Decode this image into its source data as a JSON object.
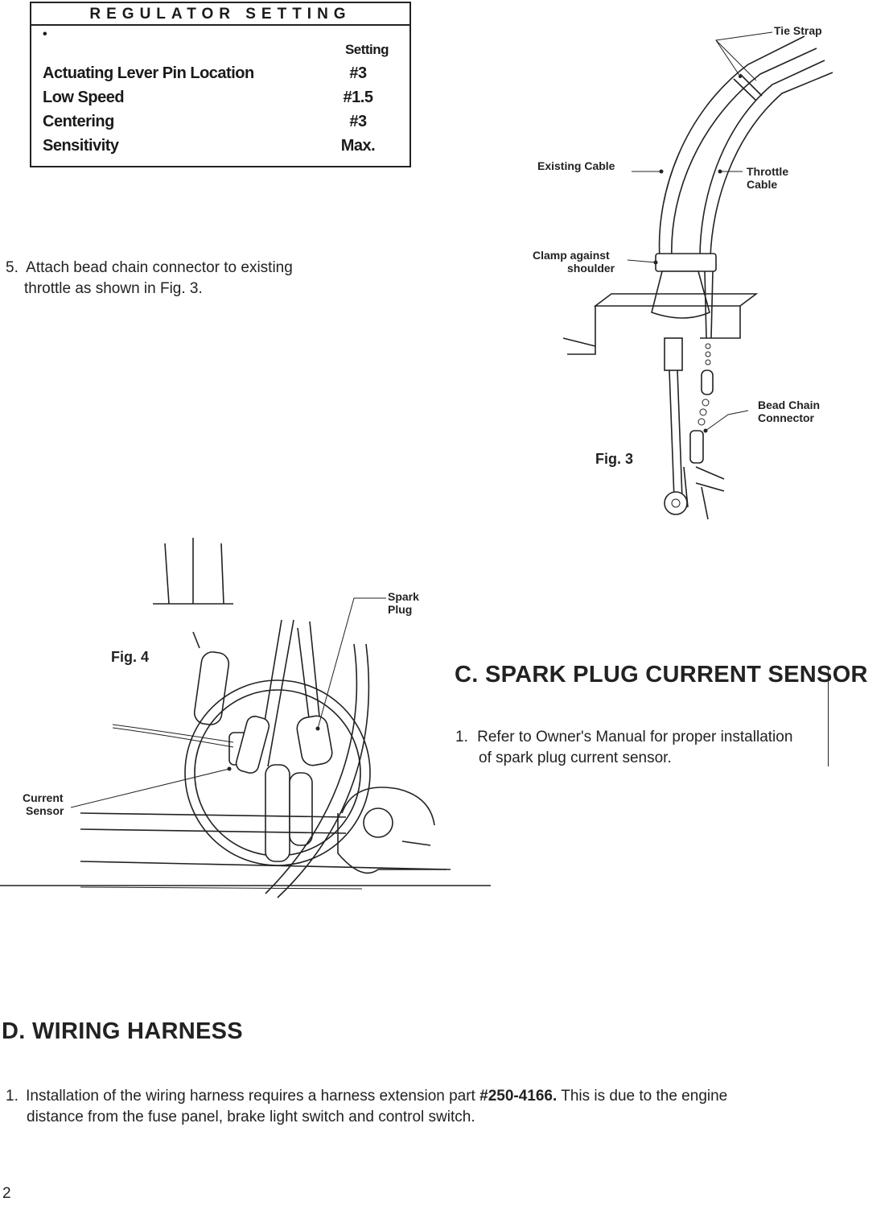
{
  "regulator": {
    "title": "REGULATOR SETTING",
    "bullet": "•",
    "column_header": "Setting",
    "rows": [
      {
        "label": "Actuating Lever Pin Location",
        "value": "#3"
      },
      {
        "label": "Low Speed",
        "value": "#1.5"
      },
      {
        "label": "Centering",
        "value": "#3"
      },
      {
        "label": "Sensitivity",
        "value": "Max."
      }
    ]
  },
  "step5": {
    "number": "5.",
    "line1": "Attach bead chain connector to existing",
    "line2": "throttle as shown in Fig. 3."
  },
  "fig3": {
    "caption": "Fig. 3",
    "labels": {
      "tie_strap": "Tie Strap",
      "existing_cable": "Existing Cable",
      "throttle_line1": "Throttle",
      "throttle_line2": "Cable",
      "clamp_line1": "Clamp against",
      "clamp_line2": "shoulder",
      "bead_line1": "Bead Chain",
      "bead_line2": "Connector"
    }
  },
  "fig4": {
    "caption": "Fig. 4",
    "labels": {
      "spark_line1": "Spark",
      "spark_line2": "Plug",
      "current_line1": "Current",
      "current_line2": "Sensor"
    }
  },
  "section_c": {
    "heading": "C. SPARK PLUG CURRENT SENSOR",
    "number": "1.",
    "line1": "Refer to Owner's Manual for proper installation",
    "line2": "of spark plug current sensor."
  },
  "section_d": {
    "heading": "D. WIRING HARNESS",
    "number": "1.",
    "line1_pre": "Installation of the wiring harness requires a harness extension part ",
    "line1_part": "#250-4166.",
    "line1_post": " This is due to the engine",
    "line2": "distance from the fuse panel, brake light switch and control switch."
  },
  "page_number": "2"
}
